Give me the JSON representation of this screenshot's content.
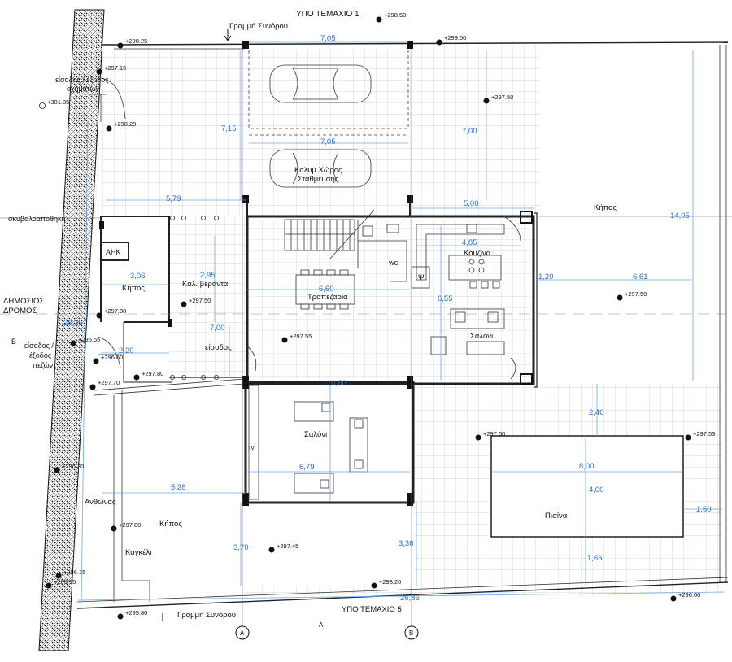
{
  "labels": {
    "plot_top": "ΥΠΟ ΤΕΜΑΧΙΟ 1",
    "plot_bottom": "ΥΠΟ ΤΕΜΑΧΙΟ 5",
    "boundary_top": "Γραμμή Συνόρου",
    "boundary_bottom": "Γραμμή Συνόρου",
    "vehicle_entry_1": "είσοδος / έξοδος",
    "vehicle_entry_2": "οχημάτων",
    "trash_store": "σκυβαλοαποθηκη",
    "ahk": "ΑΗΚ",
    "garden_left": "Κήπος",
    "covered_veranda": "Καλ. βεράντα",
    "public_road_1": "ΔΗΜΟΣΙΟΣ",
    "public_road_2": "ΔΡΟΜΟΣ",
    "ped_entry_1": "είσοδος /",
    "ped_entry_2": "έξοδος",
    "ped_entry_3": "πεζών",
    "section_b": "Β",
    "entrance": "είσοδος",
    "garage_1": "Καλυμ.Χώρος",
    "garage_2": "Στάθμευσης",
    "dining": "Τραπεζαρία",
    "kitchen": "Κουζίνα",
    "living_1": "Σαλόνι",
    "living_2": "Σαλόνι",
    "wc": "WC",
    "tv": "TV",
    "garden_right": "Κήπος",
    "garden_bottom": "Κήπος",
    "flowerbed": "Ανθώνας",
    "railing": "Καγκέλι",
    "pool": "Πισίνα",
    "axis_a": "A",
    "axis_b": "B",
    "axis_label_a": "A",
    "psi": "Ψ"
  },
  "dimensions": {
    "d_705_top": "7,05",
    "d_705_mid": "7,05",
    "d_715": "7,15",
    "d_700_right": "7,00",
    "d_579": "5,79",
    "d_500": "5,00",
    "d_1405": "14,05",
    "d_485": "4,85",
    "d_306": "3,06",
    "d_295": "2,95",
    "d_660": "6,60",
    "d_120": "1,20",
    "d_661": "6,61",
    "d_655": "6,55",
    "d_2835": "28,35",
    "d_700_left": "7,00",
    "d_220": "2,20",
    "d_1060": "10,60",
    "d_240": "2,40",
    "d_679": "6,79",
    "d_800": "8,00",
    "d_400": "4,00",
    "d_528": "5,28",
    "d_150": "1,50",
    "d_370": "3,70",
    "d_336": "3,36",
    "d_165": "1,65",
    "d_2686": "26,86"
  },
  "levels": {
    "l1": "+298.50",
    "l2": "+298.25",
    "l3": "+299.50",
    "l4": "+297.15",
    "l5": "+301.35",
    "l6": "+297.50",
    "l7": "+298.20",
    "l8": "+297.80",
    "l9": "+297.50",
    "l10": "+297.50",
    "l11": "+296.55",
    "l12": "+297.55",
    "l13": "+296.60",
    "l14": "+297.70",
    "l15": "+297.80",
    "l16": "+297.50",
    "l17": "+297.53",
    "l18": "+296.30",
    "l19": "+297.80",
    "l20": "+297.45",
    "l21": "+296.15",
    "l22": "+295.95",
    "l23": "+298.20",
    "l24": "+296.00",
    "l25": "+295.80"
  }
}
